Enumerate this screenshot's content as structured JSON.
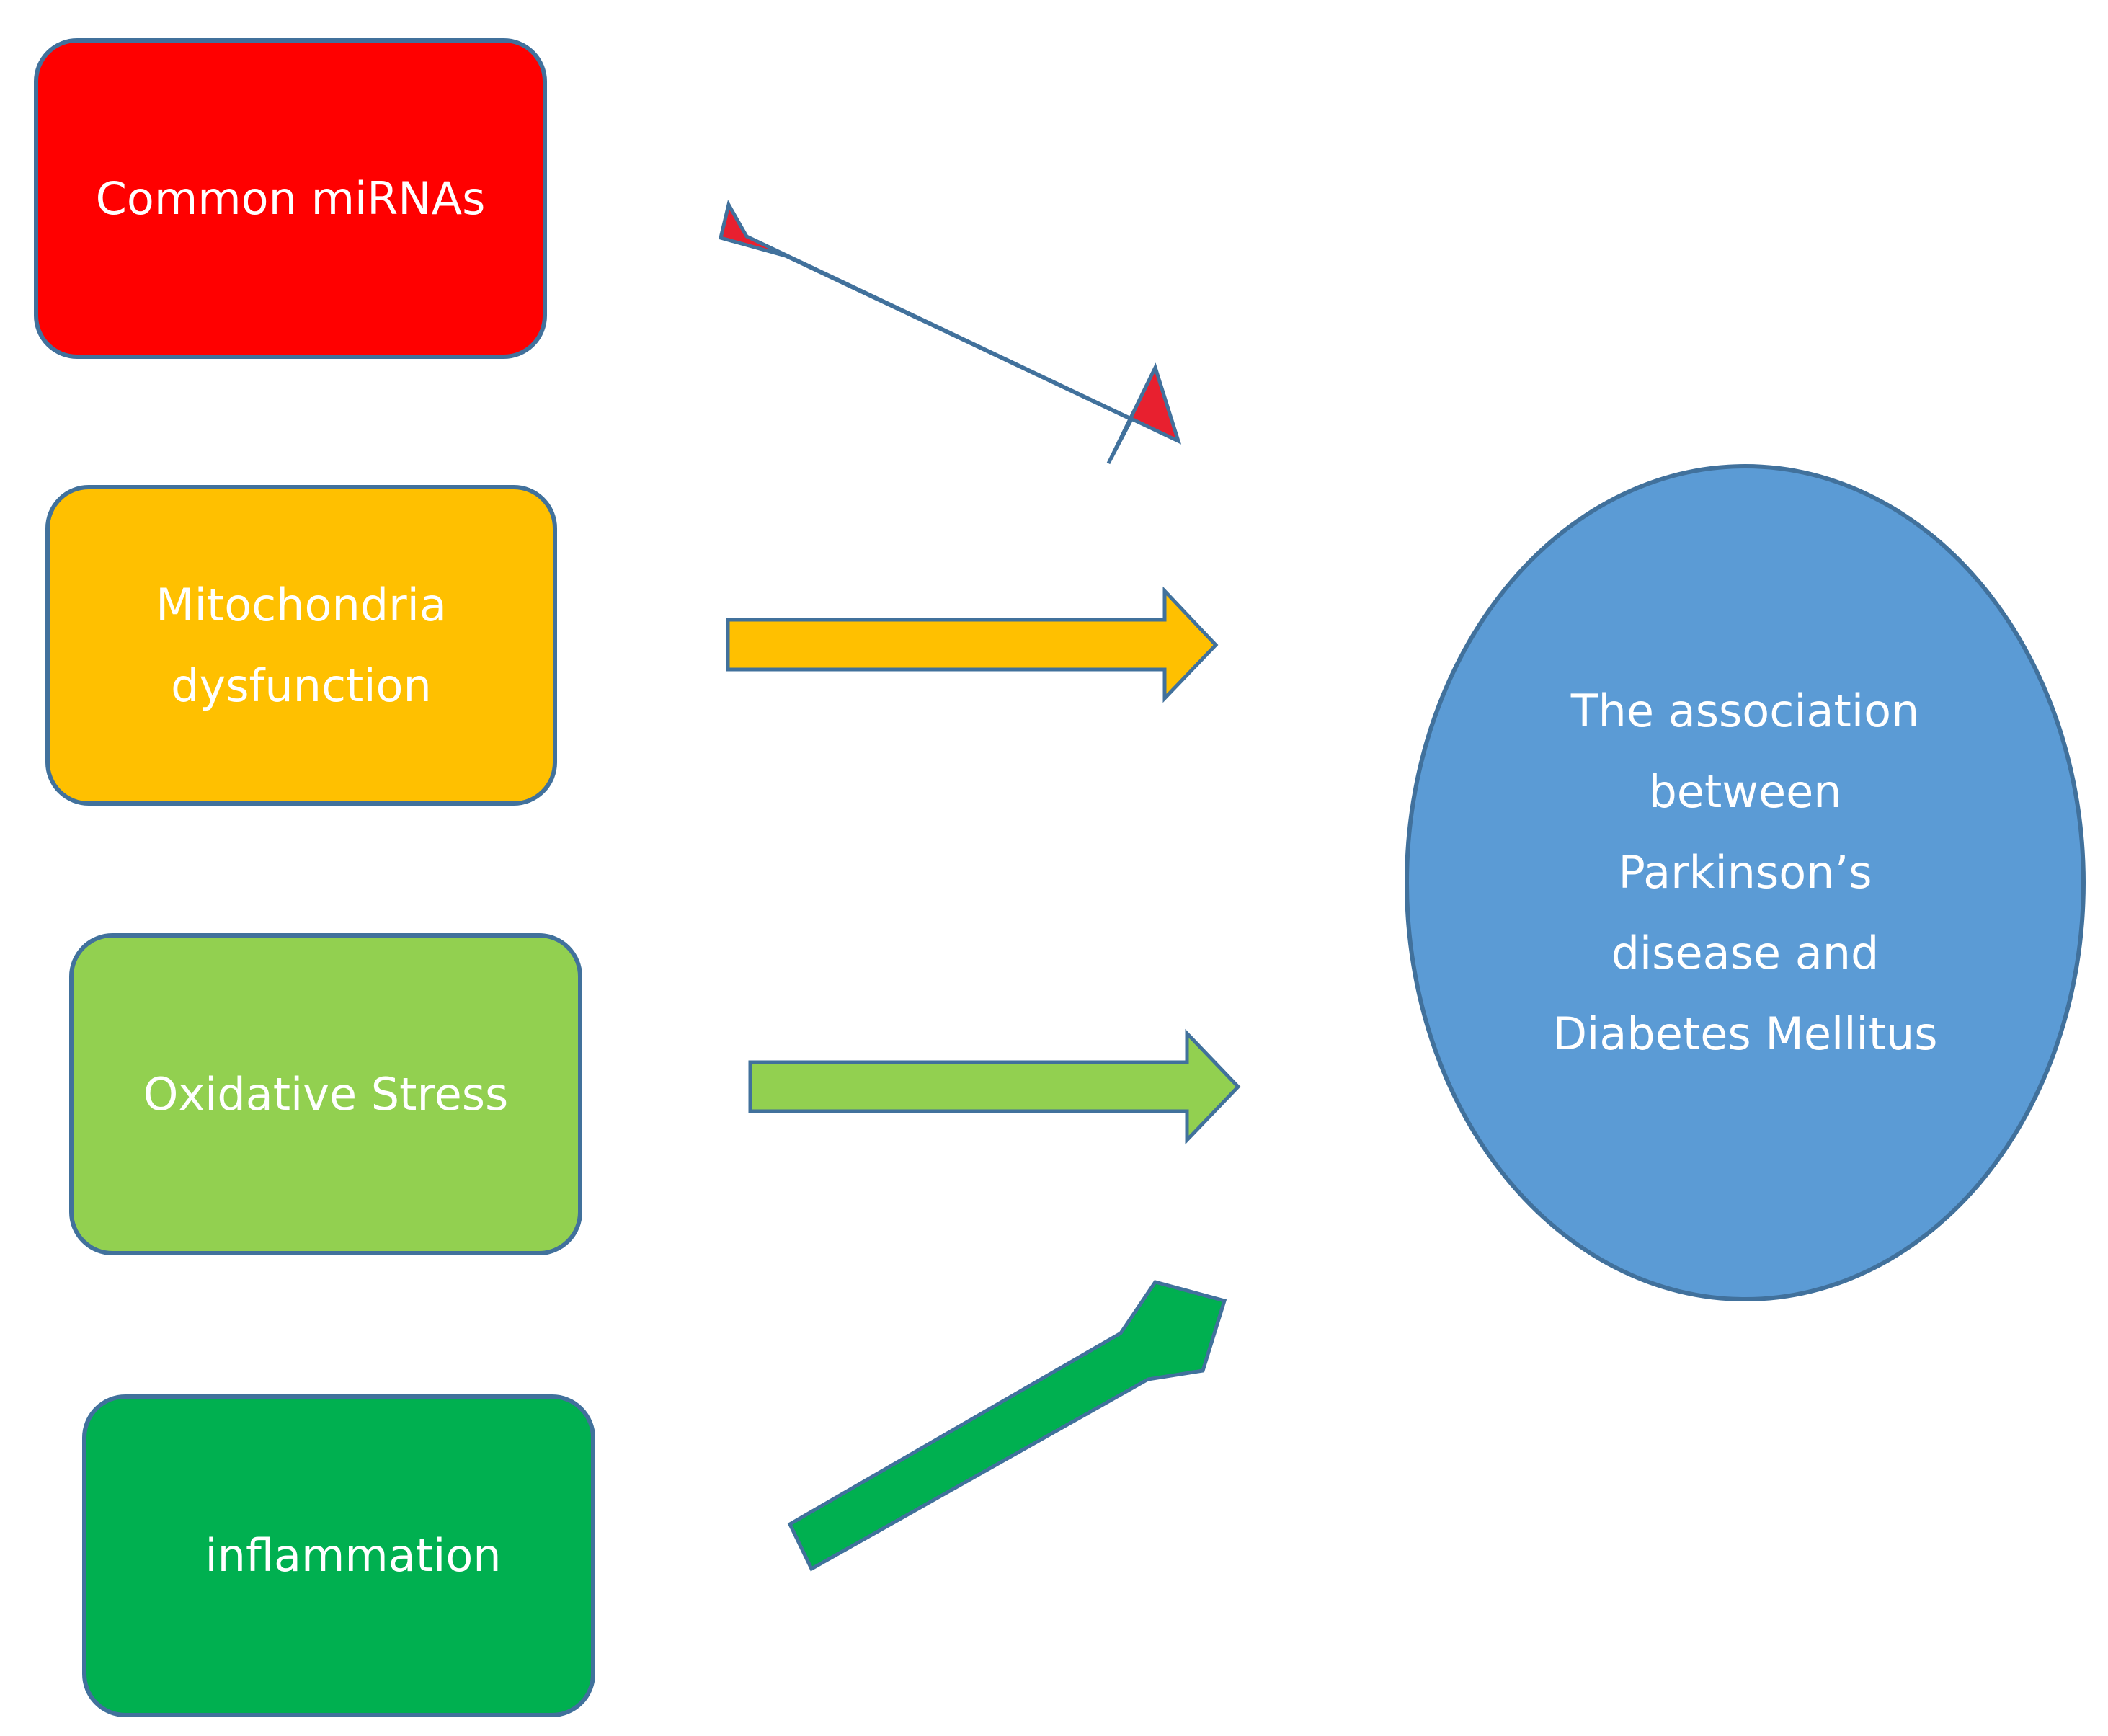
{
  "diagram": {
    "sources": [
      {
        "id": "mirnas",
        "lines": [
          "Common miRNAs"
        ],
        "fill": "#ff0000",
        "arrow_fill": "#e8202f"
      },
      {
        "id": "mito",
        "lines": [
          "Mitochondria",
          "dysfunction"
        ],
        "fill": "#ffc000",
        "arrow_fill": "#ffc000"
      },
      {
        "id": "oxid",
        "lines": [
          "Oxidative Stress"
        ],
        "fill": "#92d050",
        "arrow_fill": "#92d050"
      },
      {
        "id": "inflam",
        "lines": [
          "inflammation"
        ],
        "fill": "#00b050",
        "arrow_fill": "#00b050"
      }
    ],
    "target": {
      "lines": [
        "The association",
        "between",
        "Parkinson’s",
        "disease and",
        "Diabetes Mellitus"
      ],
      "fill": "#5b9bd5"
    },
    "outline_color": "#41719c",
    "text_color": "#ffffff"
  }
}
